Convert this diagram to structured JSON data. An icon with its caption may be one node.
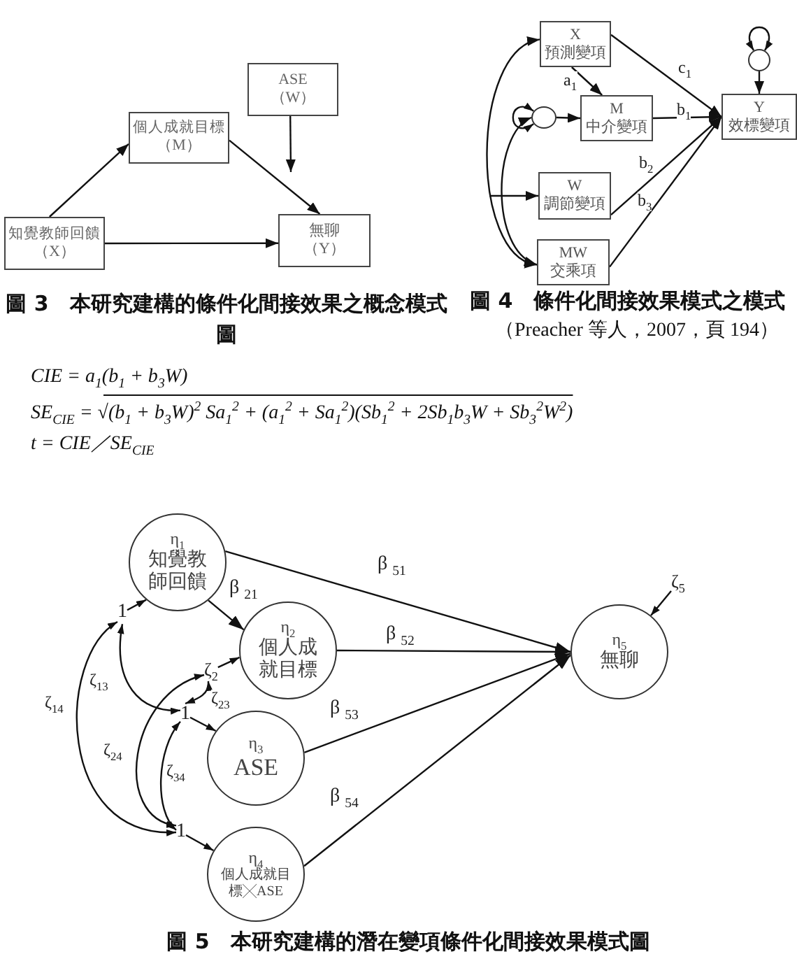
{
  "diagram": {
    "nodes": [
      {
        "text": [
          "知覺教師回饋",
          "（X）"
        ]
      },
      {
        "text": [
          "個人成就目標",
          "（M）"
        ]
      },
      {
        "text": [
          "ASE",
          "（W）"
        ]
      },
      {
        "text": [
          "無聊",
          "（Y）"
        ]
      },
      {
        "text": [
          "X",
          "預測變項"
        ]
      },
      {
        "text": [
          "M",
          "中介變項"
        ]
      },
      {
        "text": [
          "W",
          "調節變項"
        ]
      },
      {
        "text": [
          "MW",
          "交乘項"
        ]
      },
      {
        "text": [
          "Y",
          "效標變項"
        ]
      },
      {
        "text": [],
        "shape": "circle"
      },
      {
        "text": [],
        "shape": "circle"
      },
      {
        "text": [
          "η$_{1}$",
          "知覺教師回饋"
        ]
      },
      {
        "text": [
          "η$_{2}$",
          "個人成就目標"
        ]
      },
      {
        "text": [
          "η$_{3}$",
          "ASE"
        ]
      },
      {
        "text": [
          "η$_{4}$",
          "個人成就目標╳ASE"
        ]
      },
      {
        "text": [
          "η$_{5}$",
          "無聊"
        ]
      },
      {
        "text": [
          "ζ$_{5}$"
        ]
      },
      {
        "text": [
          "ζ$_{2}$"
        ]
      },
      {
        "text": [
          "1"
        ]
      },
      {
        "text": [
          "1"
        ]
      },
      {
        "text": [
          "1"
        ]
      }
    ],
    "edges": [
      {
        "from": 0,
        "to": 1,
        "arrow": "to"
      },
      {
        "from": 1,
        "to": 3,
        "arrow": "to"
      },
      {
        "from": 2,
        "to": null,
        "arrow": "to"
      },
      {
        "from": 0,
        "to": 3,
        "arrow": "to"
      },
      {
        "from": 4,
        "to": 5,
        "arrow": "to",
        "label": "a$_{1}$"
      },
      {
        "from": 4,
        "to": 8,
        "arrow": "to",
        "label": "c$_{1}$"
      },
      {
        "from": 5,
        "to": 8,
        "arrow": "to",
        "label": "b$_{1}$"
      },
      {
        "from": 6,
        "to": 8,
        "arrow": "to",
        "label": "b$_{2}$"
      },
      {
        "from": 7,
        "to": 8,
        "arrow": "to",
        "label": "b$_{3}$"
      },
      {
        "from": 9,
        "to": 5,
        "arrow": "to"
      },
      {
        "from": 10,
        "to": 8,
        "arrow": "to"
      },
      {
        "from": 9,
        "to": 9,
        "arrow": "both"
      },
      {
        "from": 10,
        "to": 10,
        "arrow": "both"
      },
      {
        "from": 4,
        "to": 7,
        "arrow": "both"
      },
      {
        "from": 9,
        "to": 7,
        "arrow": "both"
      },
      {
        "from": null,
        "to": 6,
        "arrow": "to"
      },
      {
        "from": 11,
        "to": 12,
        "arrow": "to",
        "label": "β $_{21}$"
      },
      {
        "from": 11,
        "to": 15,
        "arrow": "to",
        "label": "β $_{51}$"
      },
      {
        "from": 12,
        "to": 15,
        "arrow": "to",
        "label": "β $_{52}$"
      },
      {
        "from": 13,
        "to": 15,
        "arrow": "to",
        "label": "β $_{53}$"
      },
      {
        "from": 14,
        "to": 15,
        "arrow": "to",
        "label": "β $_{54}$"
      },
      {
        "from": 16,
        "to": 15,
        "arrow": "to"
      },
      {
        "from": 17,
        "to": 12,
        "arrow": "to"
      },
      {
        "from": 18,
        "to": 11,
        "arrow": "to"
      },
      {
        "from": 19,
        "to": 13,
        "arrow": "to"
      },
      {
        "from": 20,
        "to": 14,
        "arrow": "to"
      },
      {
        "from": 18,
        "to": 20,
        "arrow": "both",
        "label": "ζ$_{14}$"
      },
      {
        "from": 18,
        "to": 19,
        "arrow": "both",
        "label": "ζ$_{13}$"
      },
      {
        "from": 17,
        "to": 20,
        "arrow": "both",
        "label": "ζ$_{24}$"
      },
      {
        "from": 17,
        "to": 19,
        "arrow": "both",
        "label": "ζ$_{23}$"
      },
      {
        "from": 19,
        "to": 20,
        "arrow": "both",
        "label": "ζ$_{34}$"
      }
    ],
    "labels": [
      "圖 3　本研究建構的條件化間接效果之概念模式圖",
      "圖 4　條件化間接效果模式之模式",
      "（Preacher 等人，2007，頁 194）",
      "CIE = a$_{1}$(b$_{1}$ + b$_{3}$W)",
      "SE$_{CIE}$ = √(b$_{1}$ + b$_{3}$W)$^{2}$ Sa$_{1}$$^{2}$ + (a$_{1}$$^{2}$ + Sa$_{1}$$^{2}$)(Sb$_{1}$$^{2}$ + 2Sb$_{1}$b$_{3}$W + Sb$_{3}$$^{2}$W$^{2}$)",
      "t = CIE／SE$_{CIE}$",
      "圖 5　本研究建構的潛在變項條件化間接效果模式圖"
    ]
  }
}
